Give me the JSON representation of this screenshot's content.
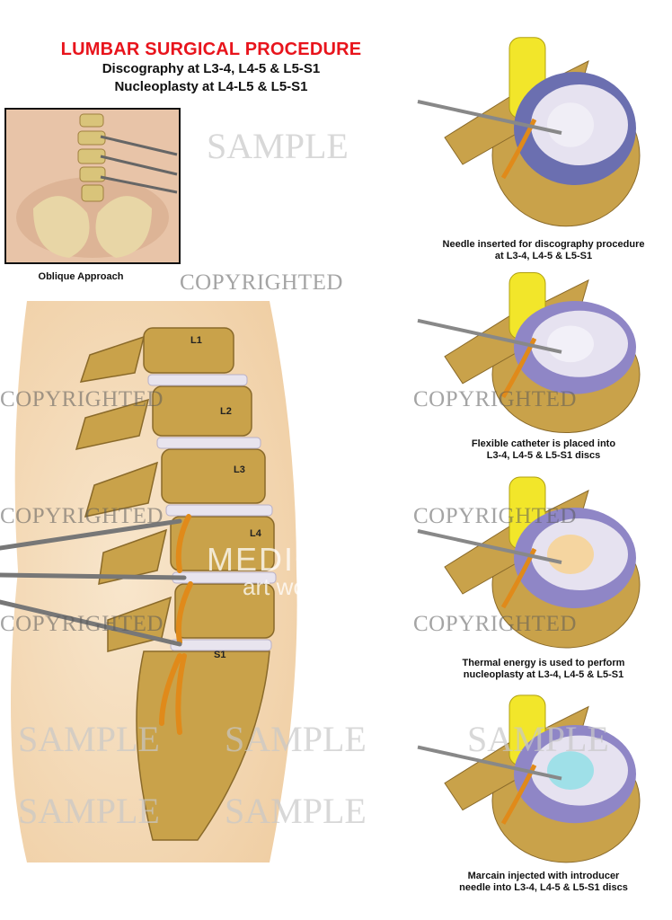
{
  "header": {
    "title": "LUMBAR SURGICAL PROCEDURE",
    "line1": "Discography at L3-4, L4-5 & L5-S1",
    "line2": "Nucleoplasty at  L4-L5 & L5-S1"
  },
  "inset": {
    "caption": "Oblique Approach"
  },
  "lateral_view": {
    "labels": [
      "L1",
      "L2",
      "L3",
      "L4",
      "S1"
    ]
  },
  "panels": [
    {
      "caption_line1": "Needle inserted for discography procedure",
      "caption_line2": "at L3-4, L4-5 & L5-S1"
    },
    {
      "caption_line1": "Flexible catheter is placed into",
      "caption_line2": "L3-4, L4-5 & L5-S1 discs"
    },
    {
      "caption_line1": "Thermal energy is used to perform",
      "caption_line2": "nucleoplasty  at L3-4, L4-5 & L5-S1"
    },
    {
      "caption_line1": "Marcain injected with introducer",
      "caption_line2": "needle into L3-4, L4-5 & L5-S1 discs"
    }
  ],
  "watermarks": {
    "copyright": "COPYRIGHTED",
    "sample": "SAMPLE",
    "logo_line1": "MEDICAL",
    "logo_line2": "art works"
  },
  "colors": {
    "title": "#e8141c",
    "bone": "#c9a24a",
    "disc": "#8e7fc0",
    "nerve": "#f0e020",
    "skin": "#f3d9b8"
  }
}
